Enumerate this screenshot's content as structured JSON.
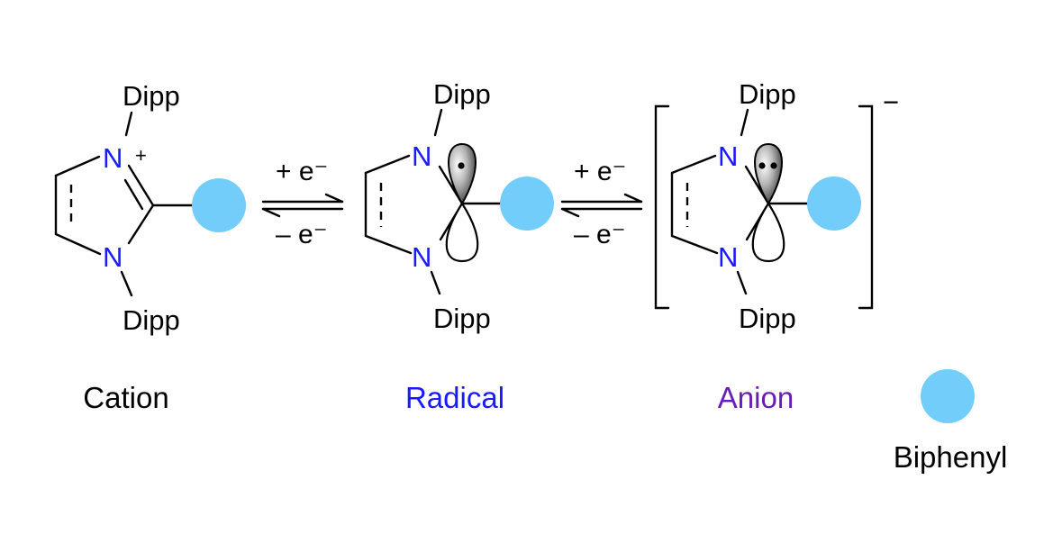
{
  "molecules": [
    {
      "substituent_top": "Dipp",
      "substituent_bottom": "Dipp",
      "atom_top": "N",
      "atom_bottom": "N",
      "charge": "+",
      "caption": "Cation"
    },
    {
      "substituent_top": "Dipp",
      "substituent_bottom": "Dipp",
      "atom_top": "N",
      "atom_bottom": "N",
      "caption": "Radical"
    },
    {
      "substituent_top": "Dipp",
      "substituent_bottom": "Dipp",
      "atom_top": "N",
      "atom_bottom": "N",
      "charge": "−",
      "caption": "Anion"
    }
  ],
  "equilibria": [
    {
      "forward": "+ e⁻",
      "reverse": "– e⁻"
    },
    {
      "forward": "+ e⁻",
      "reverse": "– e⁻"
    }
  ],
  "legend": {
    "label": "Biphenyl"
  },
  "colors": {
    "nitrogen": "#1a1aff",
    "biphenyl": "#73cdfa",
    "cation_caption": "#000000",
    "radical_caption": "#1a1aff",
    "anion_caption": "#6a1fb4"
  }
}
